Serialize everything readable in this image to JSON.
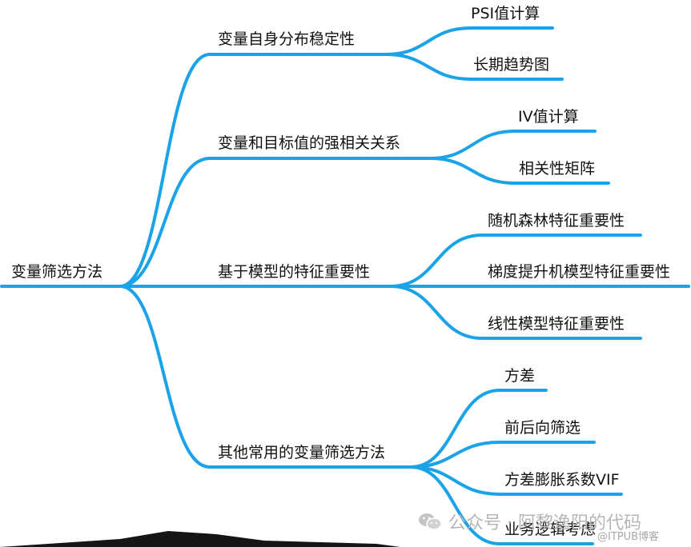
{
  "root": "变量筛选方法",
  "branches": [
    {
      "label": "变量自身分布稳定性",
      "children": [
        "PSI值计算",
        "长期趋势图"
      ]
    },
    {
      "label": "变量和目标值的强相关关系",
      "children": [
        "IV值计算",
        "相关性矩阵"
      ]
    },
    {
      "label": "基于模型的特征重要性",
      "children": [
        "随机森林特征重要性",
        "梯度提升机模型特征重要性",
        "线性模型特征重要性"
      ]
    },
    {
      "label": "其他常用的变量筛选方法",
      "children": [
        "方差",
        "前后向筛选",
        "方差膨胀系数VIF",
        "业务逻辑考虑"
      ]
    }
  ],
  "watermark": {
    "text": "公众号 · 阿黎逸阳的代码",
    "site": "@ITPUB博客",
    "icon": "wechat-icon"
  },
  "colors": {
    "edge": "#1aa3e8",
    "text": "#111111"
  }
}
